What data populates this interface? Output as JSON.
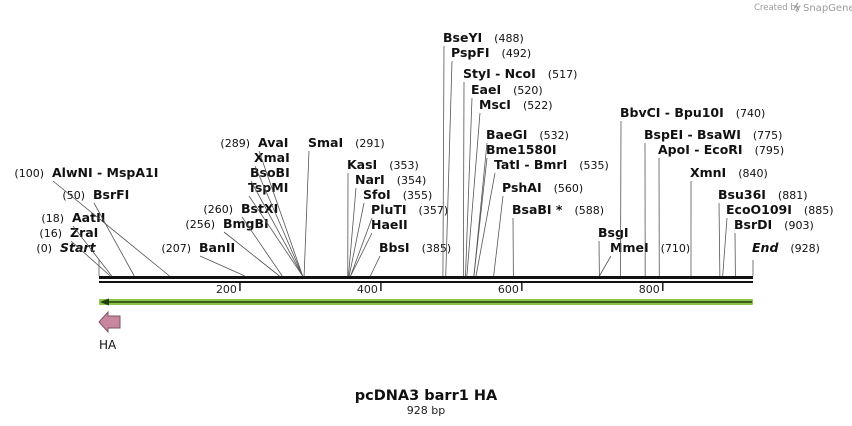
{
  "credit": {
    "prefix": "Created by",
    "brand": "SnapGene"
  },
  "map": {
    "name": "pcDNA3 barr1 HA",
    "length_label": "928 bp",
    "length": 928
  },
  "enzymes": [
    {
      "name": "Start",
      "pos": 0,
      "pos_label": "(0)",
      "kind": "end"
    },
    {
      "name": "ZraI",
      "pos": 16,
      "pos_label": "(16)"
    },
    {
      "name": "AatII",
      "pos": 18,
      "pos_label": "(18)"
    },
    {
      "name": "BsrFI",
      "pos": 50,
      "pos_label": "(50)"
    },
    {
      "name": "AlwNI  -  MspA1I",
      "pos": 100,
      "pos_label": "(100)"
    },
    {
      "name": "BanII",
      "pos": 207,
      "pos_label": "(207)"
    },
    {
      "name": "BmgBI",
      "pos": 256,
      "pos_label": "(256)"
    },
    {
      "name": "BstXI",
      "pos": 260,
      "pos_label": "(260)"
    },
    {
      "name": "TspMI",
      "pos": 289
    },
    {
      "name": "BsoBI",
      "pos": 289
    },
    {
      "name": "XmaI",
      "pos": 289
    },
    {
      "name": "AvaI",
      "pos": 289,
      "pos_label": "(289)"
    },
    {
      "name": "SmaI",
      "pos": 291,
      "pos_label": "(291)"
    },
    {
      "name": "KasI",
      "pos": 353,
      "pos_label": "(353)"
    },
    {
      "name": "NarI",
      "pos": 354,
      "pos_label": "(354)"
    },
    {
      "name": "SfoI",
      "pos": 355,
      "pos_label": "(355)"
    },
    {
      "name": "PluTI",
      "pos": 357,
      "pos_label": "(357)"
    },
    {
      "name": "HaeII",
      "pos": 357
    },
    {
      "name": "BbsI",
      "pos": 385,
      "pos_label": "(385)"
    },
    {
      "name": "BseYI",
      "pos": 488,
      "pos_label": "(488)"
    },
    {
      "name": "PspFI",
      "pos": 492,
      "pos_label": "(492)"
    },
    {
      "name": "StyI  -  NcoI",
      "pos": 517,
      "pos_label": "(517)"
    },
    {
      "name": "EaeI",
      "pos": 520,
      "pos_label": "(520)"
    },
    {
      "name": "MscI",
      "pos": 522,
      "pos_label": "(522)"
    },
    {
      "name": "BaeGI",
      "pos": 532,
      "pos_label": "(532)"
    },
    {
      "name": "Bme1580I",
      "pos": 532
    },
    {
      "name": "TatI  -  BmrI",
      "pos": 535,
      "pos_label": "(535)"
    },
    {
      "name": "PshAI",
      "pos": 560,
      "pos_label": "(560)"
    },
    {
      "name": "BsaBI *",
      "pos": 588,
      "pos_label": "(588)"
    },
    {
      "name": "BsgI",
      "pos": 710
    },
    {
      "name": "MmeI",
      "pos": 710,
      "pos_label": "(710)"
    },
    {
      "name": "BbvCI  -  Bpu10I",
      "pos": 740,
      "pos_label": "(740)"
    },
    {
      "name": "BspEI  -  BsaWI",
      "pos": 775,
      "pos_label": "(775)"
    },
    {
      "name": "ApoI  -  EcoRI",
      "pos": 795,
      "pos_label": "(795)"
    },
    {
      "name": "XmnI",
      "pos": 840,
      "pos_label": "(840)"
    },
    {
      "name": "Bsu36I",
      "pos": 881,
      "pos_label": "(881)"
    },
    {
      "name": "EcoO109I",
      "pos": 885,
      "pos_label": "(885)"
    },
    {
      "name": "BsrDI",
      "pos": 903,
      "pos_label": "(903)"
    },
    {
      "name": "End",
      "pos": 928,
      "pos_label": "(928)",
      "kind": "end"
    }
  ],
  "ticks": [
    200,
    400,
    600,
    800
  ],
  "features": [
    {
      "name": "HA",
      "color": "#c9879f",
      "direction": "reverse"
    }
  ],
  "orf_color": "#8bc34a"
}
